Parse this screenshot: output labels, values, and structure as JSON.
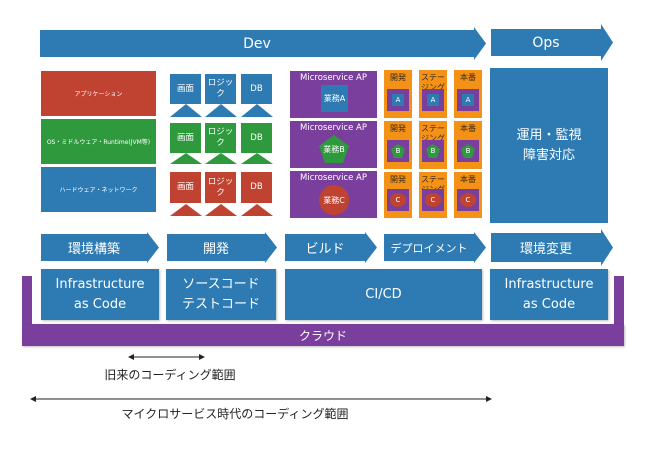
{
  "phases": {
    "dev": "Dev",
    "ops": "Ops"
  },
  "stack": {
    "app": "アプリケーション",
    "os": "OS・ミドルウェア・Runtime(JVM等)",
    "hw": "ハードウェア・ネットワーク"
  },
  "tiers": {
    "labels": [
      "画面",
      "ロジック",
      "DB"
    ]
  },
  "microservices": {
    "title": "Microservice AP",
    "items": [
      "業務A",
      "業務B",
      "業務C"
    ]
  },
  "environments": {
    "columns": [
      "開発",
      "ステージング",
      "本番"
    ],
    "services": [
      "A",
      "B",
      "C"
    ]
  },
  "ops_box": {
    "line1": "運用・監視",
    "line2": "障害対応"
  },
  "steps": [
    "環境構築",
    "開発",
    "ビルド",
    "デプロイメント",
    "環境変更"
  ],
  "tools": {
    "iac_left_1": "Infrastructure",
    "iac_left_2": "as Code",
    "code_1": "ソースコード",
    "code_2": "テストコード",
    "cicd": "CI/CD",
    "iac_right_1": "Infrastructure",
    "iac_right_2": "as Code"
  },
  "cloud": "クラウド",
  "ranges": {
    "legacy": "旧来のコーディング範囲",
    "microservice": "マイクロサービス時代のコーディング範囲"
  },
  "colors": {
    "blue": "#2e7bb4",
    "red": "#bf4330",
    "green": "#2f9a3d",
    "purple": "#7a3e9d",
    "orange": "#f39217"
  }
}
